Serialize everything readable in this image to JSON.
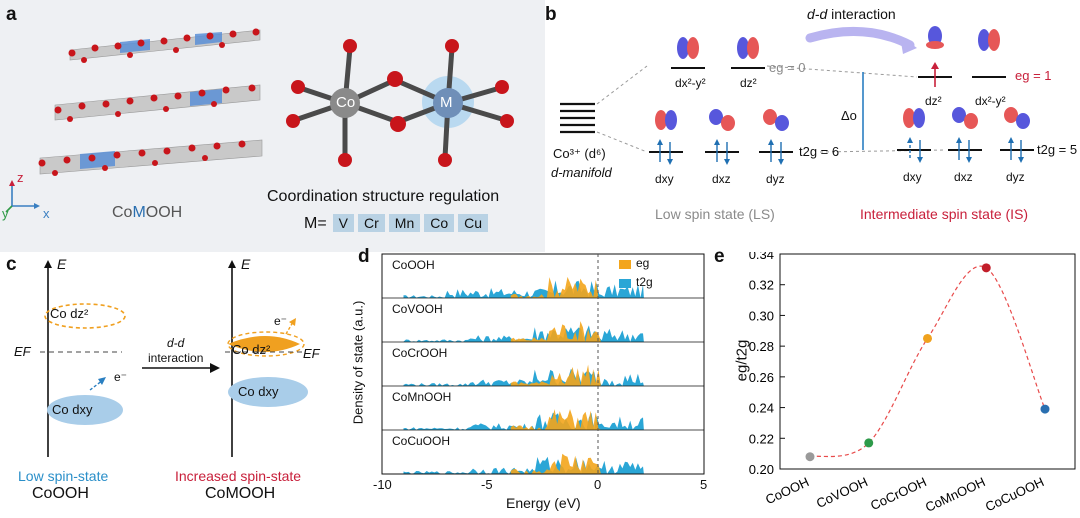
{
  "panel_labels": {
    "a": "a",
    "b": "b",
    "c": "c",
    "d": "d",
    "e": "e"
  },
  "panel_a": {
    "axis_z": "z",
    "axis_y": "y",
    "axis_x": "x",
    "compound_prefix": "Co",
    "compound_m": "M",
    "compound_suffix": "OOH",
    "atom_co": "Co",
    "atom_m": "M",
    "caption": "Coordination structure regulation",
    "m_label": "M=",
    "metals": [
      "V",
      "Cr",
      "Mn",
      "Co",
      "Cu"
    ],
    "colors": {
      "oxygen": "#c8151b",
      "layer": "#c9c9c9",
      "highlight": "#5b8fd6"
    }
  },
  "panel_b": {
    "title_dd": "d-d",
    "title_rest": " interaction",
    "co_ion": "Co³⁺ (d⁶)",
    "manifold": "d-manifold",
    "eg0": "eg = 0",
    "t2g6": "t2g = 6",
    "eg1": "eg = 1",
    "t2g5": "t2g = 5",
    "delta": "Δo",
    "ls_orbitals_eg": [
      "dx²-y²",
      "dz²"
    ],
    "is_orbitals_eg": [
      "dz²",
      "dx²-y²"
    ],
    "orbitals_t2g": [
      "dxy",
      "dxz",
      "dyz"
    ],
    "ls_caption": "Low spin state (LS)",
    "is_caption": "Intermediate spin state (IS)",
    "colors": {
      "ls": "#8a8a8a",
      "is": "#c8203b",
      "arrow": "#1f6fb2"
    }
  },
  "panel_c": {
    "e_axis": "E",
    "left_dz2": "Co dz²",
    "ef": "EF",
    "electron": "e⁻",
    "left_dxy": "Co dxy",
    "dd_label_1": "d-d",
    "dd_label_2": "interaction",
    "right_dz2": "Co dz²",
    "right_dxy": "Co dxy",
    "left_caption": "Low spin-state",
    "left_compound": "CoOOH",
    "right_caption": "Increased spin-state",
    "right_compound": "CoMOOH",
    "colors": {
      "low": "#2a8fc9",
      "high": "#c8203b",
      "orange": "#f0a020",
      "blue_ellipse": "#a9cde9"
    }
  },
  "panel_d": {
    "ylabel": "Density of state (a.u.)",
    "xlabel": "Energy (eV)",
    "xticks": [
      "-10",
      "-5",
      "0",
      "5"
    ],
    "legend": [
      "eg",
      "t2g"
    ],
    "materials": [
      "CoOOH",
      "CoVOOH",
      "CoCrOOH",
      "CoMnOOH",
      "CoCuOOH"
    ],
    "colors": {
      "eg": "#f3a51c",
      "t2g": "#2aa6d6"
    }
  },
  "chart_data": {
    "type": "scatter",
    "categories": [
      "CoOOH",
      "CoVOOH",
      "CoCrOOH",
      "CoMnOOH",
      "CoCuOOH"
    ],
    "values": [
      0.208,
      0.217,
      0.285,
      0.331,
      0.239
    ],
    "point_colors": [
      "#9a9a9a",
      "#2e9a4a",
      "#f0a21e",
      "#c21e2a",
      "#2a6fb0"
    ],
    "ylabel": "eg/t2g",
    "ylim": [
      0.2,
      0.34
    ],
    "yticks": [
      "0.20",
      "0.22",
      "0.24",
      "0.26",
      "0.28",
      "0.30",
      "0.32",
      "0.34"
    ],
    "trend_color": "#e84a4a"
  }
}
